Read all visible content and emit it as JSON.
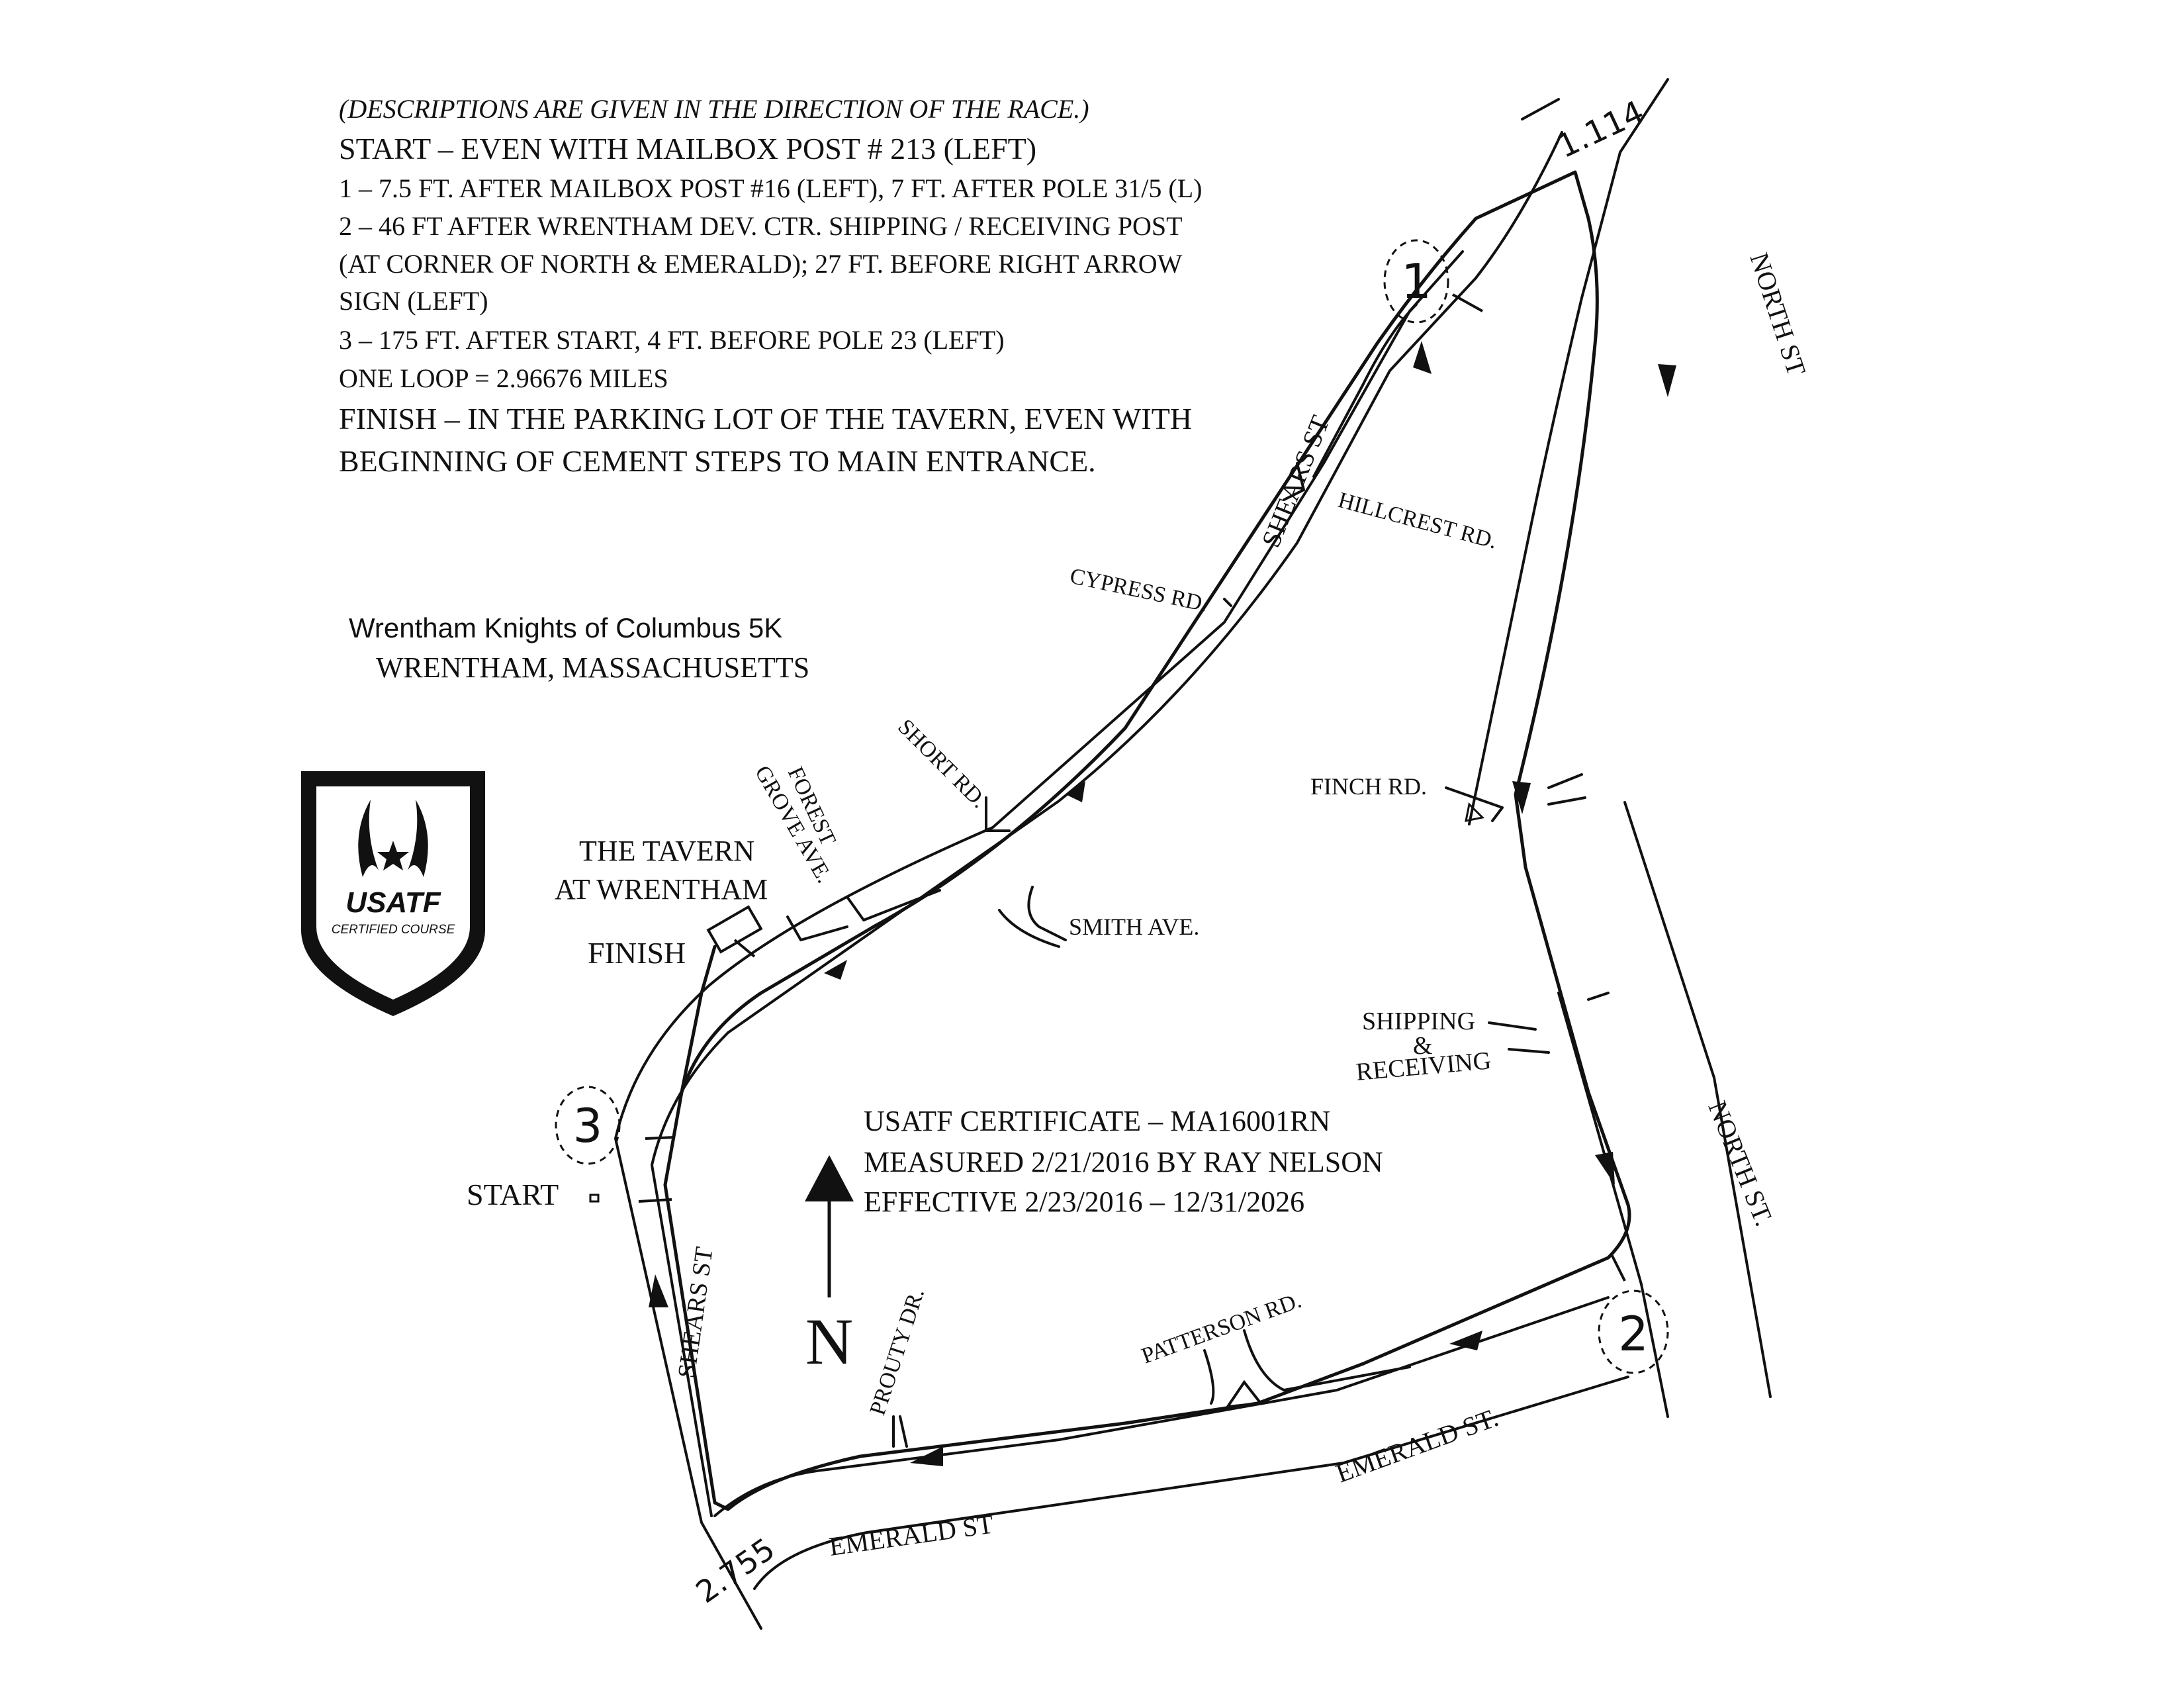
{
  "notes": {
    "lines": [
      "(DESCRIPTIONS ARE GIVEN IN THE DIRECTION OF THE RACE.)",
      "START – EVEN WITH MAILBOX POST # 213 (LEFT)",
      "1 – 7.5 FT. AFTER MAILBOX POST #16 (LEFT), 7 FT. AFTER POLE 31/5 (L)",
      "2 – 46 FT AFTER WRENTHAM DEV. CTR. SHIPPING / RECEIVING POST",
      "(AT CORNER OF NORTH & EMERALD); 27 FT. BEFORE RIGHT ARROW",
      "SIGN (LEFT)",
      "3 – 175 FT. AFTER START, 4 FT. BEFORE POLE 23 (LEFT)",
      "ONE LOOP = 2.96676 MILES",
      "FINISH – IN THE PARKING LOT OF THE TAVERN, EVEN WITH",
      "BEGINNING OF CEMENT STEPS TO MAIN ENTRANCE."
    ]
  },
  "race": {
    "name": "Wrentham Knights of Columbus 5K",
    "location": "WRENTHAM, MASSACHUSETTS"
  },
  "badge": {
    "brand": "USATF",
    "subtitle": "CERTIFIED COURSE"
  },
  "certificate": {
    "line1": "USATF CERTIFICATE – MA16001RN",
    "line2": "MEASURED 2/21/2016 BY RAY NELSON",
    "line3": "EFFECTIVE 2/23/2016 – 12/31/2026"
  },
  "compass": {
    "label": "N"
  },
  "streets": {
    "north_st_top": "NORTH ST",
    "north_st_bottom": "NORTH   ST.",
    "shears_st_top": "SHEARS ST",
    "shears_st_bottom": "SHEARS ST",
    "hillcrest": "HILLCREST RD.",
    "cypress": "CYPRESS RD.",
    "short_rd": "SHORT RD.",
    "forest": "FOREST",
    "grove": "GROVE AVE.",
    "smith": "SMITH AVE.",
    "finch": "FINCH RD.",
    "shipping": "SHIPPING",
    "amp": "&",
    "receiving": "RECEIVING",
    "patterson": "PATTERSON RD.",
    "prouty": "PROUTY DR.",
    "emerald_right": "EMERALD ST.",
    "emerald_left": "EMERALD ST"
  },
  "places": {
    "tavern1": "THE TAVERN",
    "tavern2": "AT WRENTHAM",
    "finish": "FINISH",
    "start": "START"
  },
  "markers": {
    "split_1": "1",
    "split_2": "2",
    "split_3": "3",
    "dist_top": "1.114",
    "dist_bottom": "2.755"
  }
}
